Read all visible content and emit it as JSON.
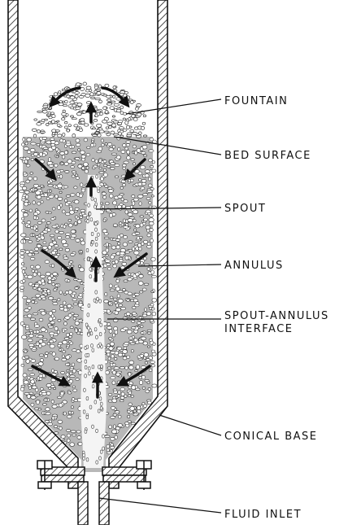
{
  "labels": {
    "fountain": "FOUNTAIN",
    "bed_surface": "BED  SURFACE",
    "spout": "SPOUT",
    "annulus": "ANNULUS",
    "interface_line1": "SPOUT-ANNULUS",
    "interface_line2": "INTERFACE",
    "conical_base": "CONICAL  BASE",
    "fluid_inlet": "FLUID  INLET"
  }
}
